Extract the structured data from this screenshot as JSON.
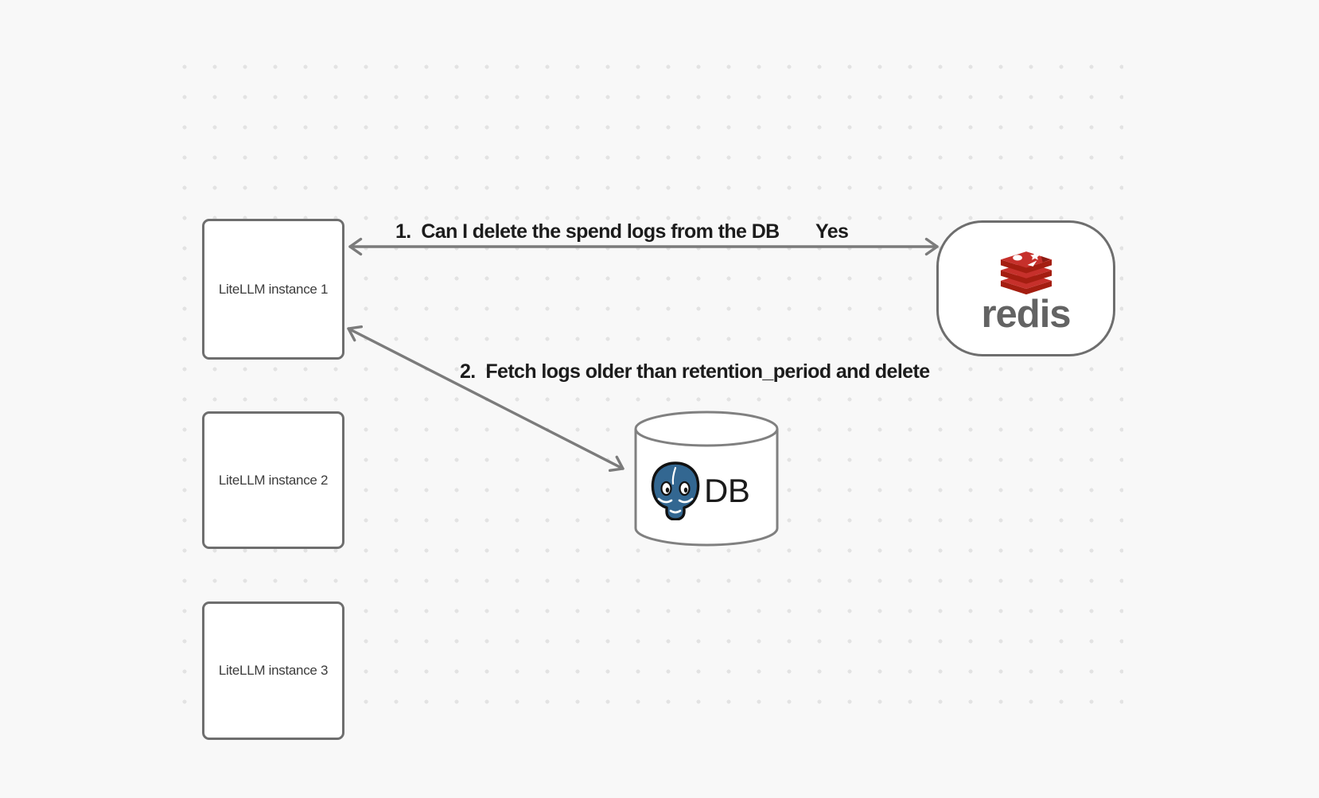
{
  "canvas": {
    "background": "#f8f8f8",
    "dot_color": "#e3e3e3"
  },
  "nodes": {
    "instances": [
      {
        "label": "LiteLLM instance 1"
      },
      {
        "label": "LiteLLM instance 2"
      },
      {
        "label": "LiteLLM instance 3"
      }
    ],
    "redis": {
      "wordmark": "redis",
      "logo": "redis-stack-logo"
    },
    "database": {
      "label": "DB",
      "logo": "postgresql-elephant-logo"
    }
  },
  "messages": {
    "step1": {
      "label": "1.  Can I delete the spend logs from the DB",
      "response": "Yes"
    },
    "step2": {
      "label": "2.  Fetch logs older than retention_period and delete"
    }
  },
  "arrows": [
    {
      "id": "litellm1-redis",
      "direction": "bidirectional"
    },
    {
      "id": "litellm1-db",
      "direction": "bidirectional"
    }
  ],
  "colors": {
    "shape_border": "#6e6e6e",
    "arrow": "#7b7b7b",
    "label_text": "#1c1c1c",
    "redis_red": "#c6302b",
    "redis_dark_red": "#a41e11",
    "redis_wordmark_gray": "#636363",
    "postgres_blue": "#336791"
  }
}
